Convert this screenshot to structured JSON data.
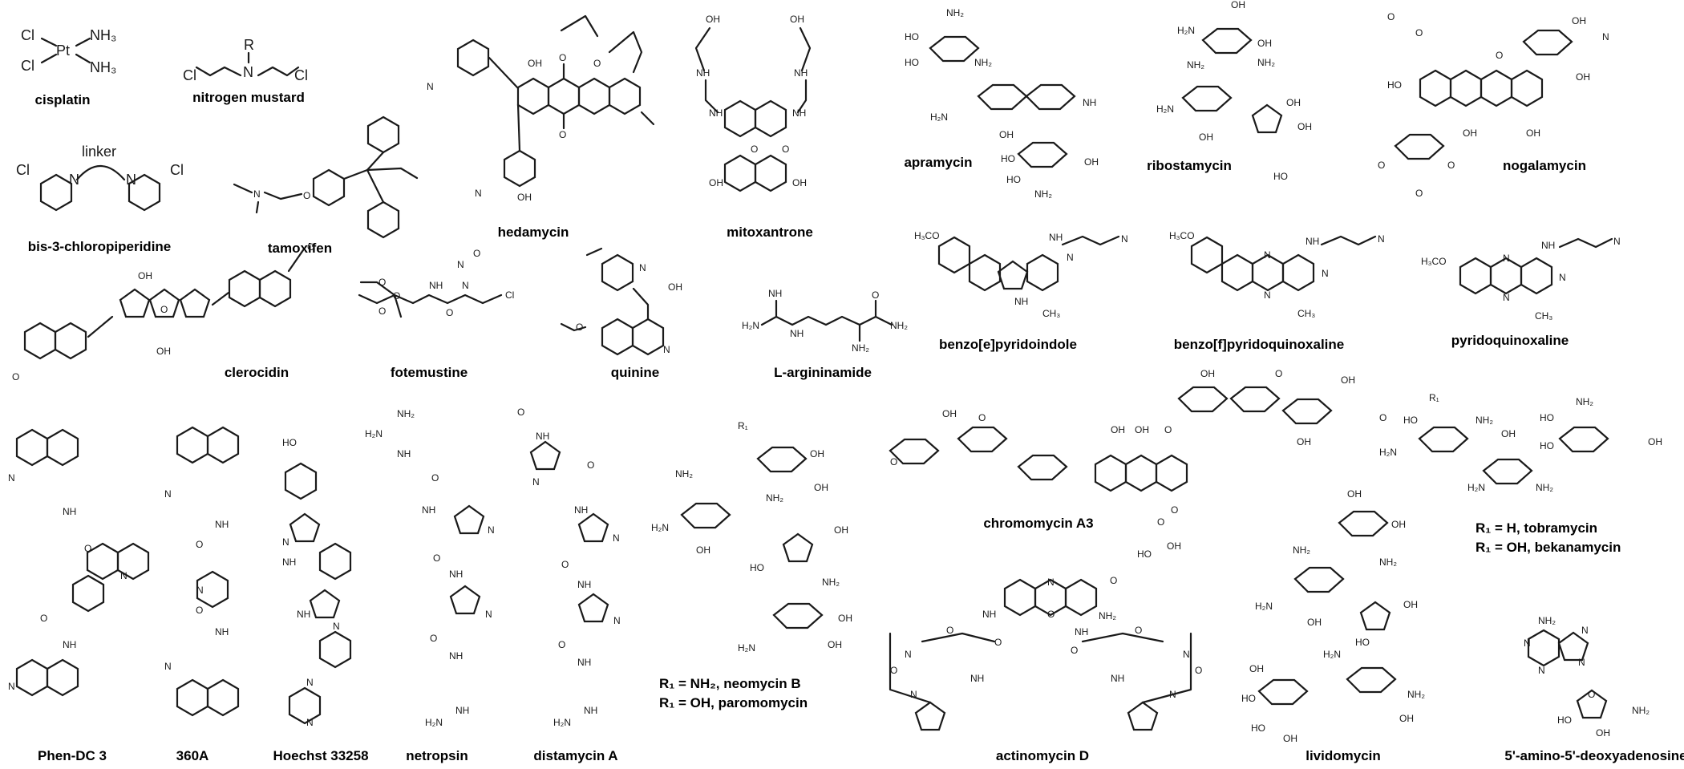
{
  "figure": {
    "atoms": {
      "cl": "Cl",
      "nh3": "NH₃",
      "pt": "Pt",
      "r": "R",
      "n": "N",
      "nh": "NH",
      "h2n": "H₂N",
      "nh2": "NH₂",
      "oh": "OH",
      "ho": "HO",
      "o": "O",
      "ch3": "CH₃",
      "h3co": "H₃CO",
      "linker": "linker"
    },
    "compounds": [
      {
        "id": "cisplatin",
        "name": "cisplatin"
      },
      {
        "id": "nitrogen-mustard",
        "name": "nitrogen mustard"
      },
      {
        "id": "hedamycin",
        "name": "hedamycin"
      },
      {
        "id": "mitoxantrone",
        "name": "mitoxantrone"
      },
      {
        "id": "apramycin",
        "name": "apramycin"
      },
      {
        "id": "ribostamycin",
        "name": "ribostamycin"
      },
      {
        "id": "nogalamycin",
        "name": "nogalamycin"
      },
      {
        "id": "bis-3-chloropiperidine",
        "name": "bis-3-chloropiperidine"
      },
      {
        "id": "tamoxifen",
        "name": "tamoxifen"
      },
      {
        "id": "benzo-e-pyridoindole",
        "name": "benzo[e]pyridoindole"
      },
      {
        "id": "benzo-f-pyridoquinoxaline",
        "name": "benzo[f]pyridoquinoxaline"
      },
      {
        "id": "pyridoquinoxaline",
        "name": "pyridoquinoxaline"
      },
      {
        "id": "clerocidin",
        "name": "clerocidin"
      },
      {
        "id": "fotemustine",
        "name": "fotemustine"
      },
      {
        "id": "quinine",
        "name": "quinine"
      },
      {
        "id": "l-argininamide",
        "name": "L-argininamide"
      },
      {
        "id": "chromomycin-a3",
        "name": "chromomycin A3"
      },
      {
        "id": "phen-dc3",
        "name": "Phen-DC 3"
      },
      {
        "id": "360a",
        "name": "360A"
      },
      {
        "id": "hoechst-33258",
        "name": "Hoechst 33258"
      },
      {
        "id": "netropsin",
        "name": "netropsin"
      },
      {
        "id": "distamycin-a",
        "name": "distamycin A"
      },
      {
        "id": "actinomycin-d",
        "name": "actinomycin D"
      },
      {
        "id": "lividomycin",
        "name": "lividomycin"
      },
      {
        "id": "5-amino-5-deoxyadenosine",
        "name": "5'-amino-5'-deoxyadenosine"
      }
    ],
    "captions": {
      "neomycin_b": "R₁ = NH₂, neomycin B",
      "paromomycin": "R₁ = OH, paromomycin",
      "tobramycin": "R₁ = H, tobramycin",
      "bekanamycin": "R₁ = OH, bekanamycin",
      "r1": "R₁"
    }
  }
}
